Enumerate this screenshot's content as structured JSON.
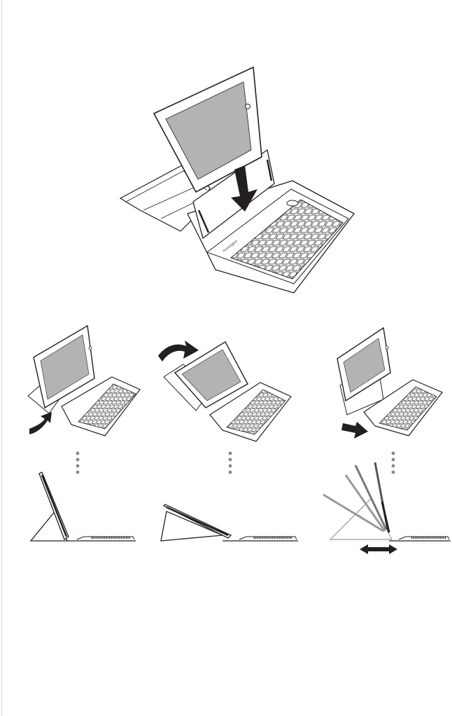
{
  "document": {
    "brand_label": "Kensington",
    "steps": [
      {
        "name": "insert-tablet"
      },
      {
        "name": "stand-upright"
      },
      {
        "name": "stand-reclined"
      },
      {
        "name": "adjust-angle"
      }
    ]
  },
  "colors": {
    "line": "#231f20",
    "screen": "#b3b3b3",
    "cover": "#ffffff",
    "arrow": "#231f20",
    "dots": "#888888"
  }
}
